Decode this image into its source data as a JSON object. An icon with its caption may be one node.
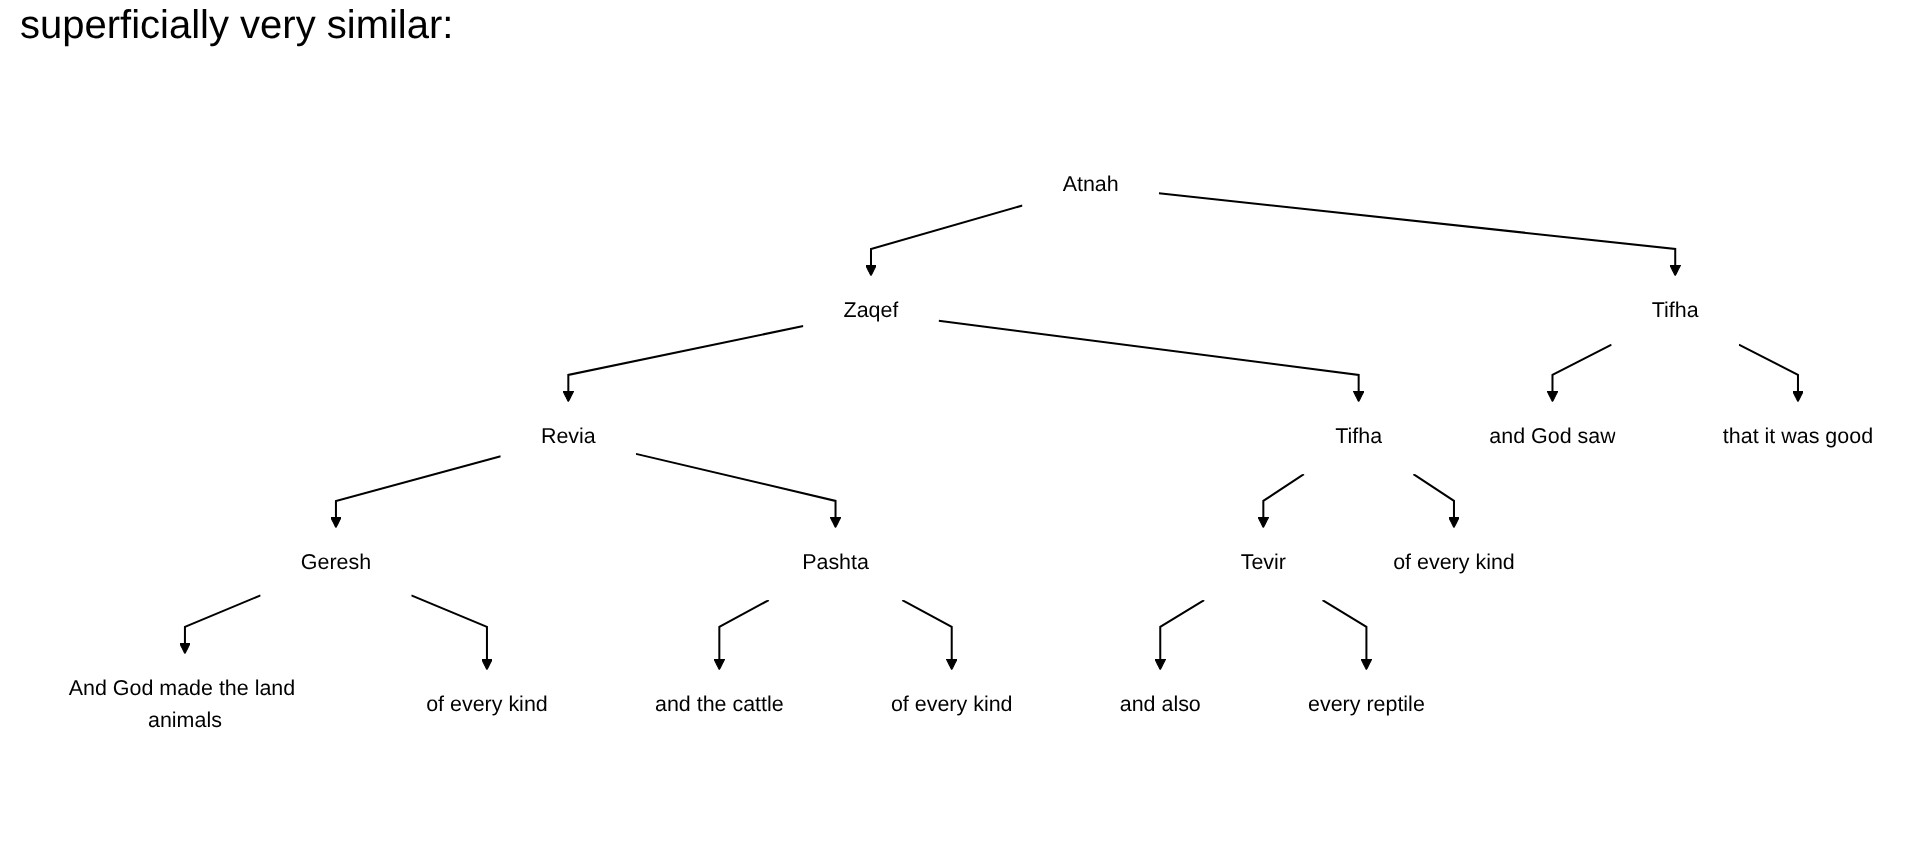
{
  "diagram": {
    "nodes": [
      {
        "text": [
          "Atnah"
        ]
      },
      {
        "text": [
          "Zaqef"
        ]
      },
      {
        "text": [
          "Tifha"
        ]
      },
      {
        "text": [
          "Revia"
        ]
      },
      {
        "text": [
          "Tifha"
        ]
      },
      {
        "text": [
          "Pashta"
        ]
      },
      {
        "text": [
          "Tevir"
        ]
      },
      {
        "text": [
          "Geresh"
        ]
      },
      {
        "text": [
          "And God made the land animals"
        ]
      },
      {
        "text": [
          "of every kind"
        ]
      },
      {
        "text": [
          "and the cattle"
        ]
      },
      {
        "text": [
          "of every kind"
        ]
      },
      {
        "text": [
          "and also"
        ]
      },
      {
        "text": [
          "every reptile"
        ]
      },
      {
        "text": [
          "of every kind"
        ]
      },
      {
        "text": [
          "and God saw"
        ]
      },
      {
        "text": [
          "that it was good"
        ]
      }
    ],
    "edges": [
      {
        "from": 0,
        "to": 1,
        "arrow": "to"
      },
      {
        "from": 0,
        "to": 2,
        "arrow": "to"
      },
      {
        "from": 1,
        "to": 3,
        "arrow": "to"
      },
      {
        "from": 1,
        "to": 4,
        "arrow": "to"
      },
      {
        "from": 3,
        "to": 7,
        "arrow": "to"
      },
      {
        "from": 3,
        "to": 5,
        "arrow": "to"
      },
      {
        "from": 7,
        "to": 8,
        "arrow": "to"
      },
      {
        "from": 7,
        "to": 9,
        "arrow": "to"
      },
      {
        "from": 5,
        "to": 10,
        "arrow": "to"
      },
      {
        "from": 5,
        "to": 11,
        "arrow": "to"
      },
      {
        "from": 4,
        "to": 6,
        "arrow": "to"
      },
      {
        "from": 4,
        "to": 14,
        "arrow": "to"
      },
      {
        "from": 6,
        "to": 12,
        "arrow": "to"
      },
      {
        "from": 6,
        "to": 13,
        "arrow": "to"
      },
      {
        "from": 2,
        "to": 15,
        "arrow": "to"
      },
      {
        "from": 2,
        "to": 16,
        "arrow": "to"
      }
    ],
    "labels": [
      "superficially very similar:"
    ]
  }
}
